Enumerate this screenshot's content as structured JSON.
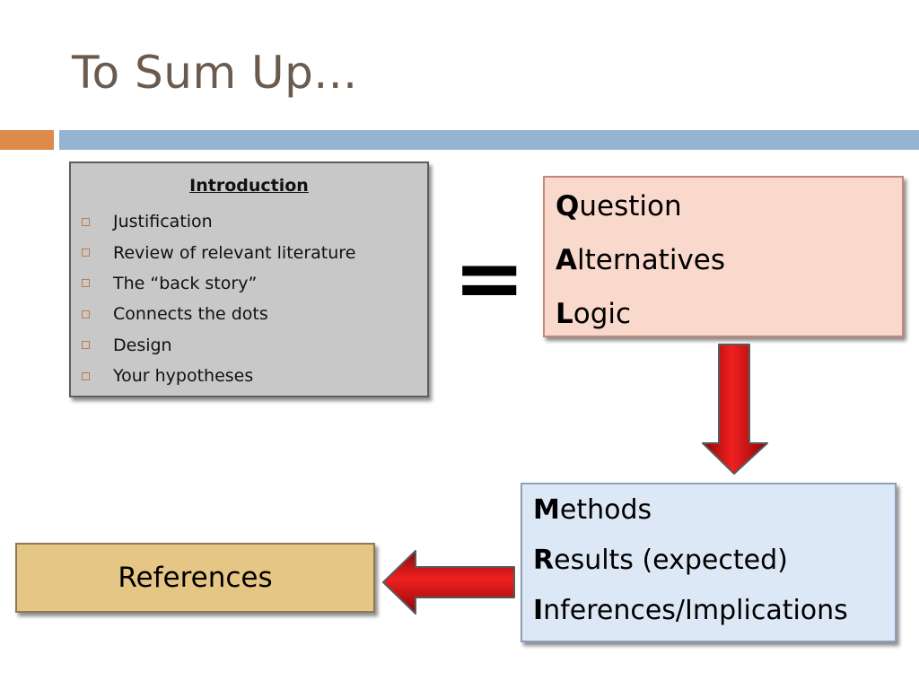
{
  "slide": {
    "title": "To Sum Up..."
  },
  "intro_box": {
    "heading": "Introduction",
    "items": [
      "Justification",
      "Review of relevant literature",
      "The “back story”",
      "Connects the dots",
      "Design",
      "Your hypotheses"
    ]
  },
  "equals_sign": "=",
  "qal_box": {
    "items": [
      {
        "initial": "Q",
        "rest": "uestion"
      },
      {
        "initial": "A",
        "rest": "lternatives"
      },
      {
        "initial": "L",
        "rest": "ogic"
      }
    ]
  },
  "mri_box": {
    "items": [
      {
        "initial": "M",
        "rest": "ethods"
      },
      {
        "initial": "R",
        "rest": "esults (expected)"
      },
      {
        "initial": "I",
        "rest": "nferences/Implications"
      }
    ]
  },
  "refs_box": {
    "label": "References"
  },
  "colors": {
    "title": "#6b5a4e",
    "accent_orange": "#dd8a4a",
    "accent_blue": "#94b4d2",
    "intro_fill": "#c8c8c8",
    "qal_fill": "#fad9cd",
    "mri_fill": "#dde8f6",
    "refs_fill": "#e5c684",
    "arrow_red": "#d40f0f"
  }
}
